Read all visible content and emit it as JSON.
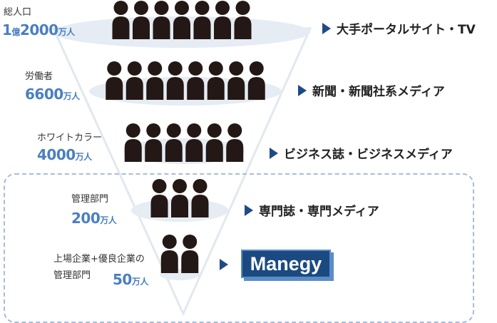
{
  "tiers": [
    {
      "label": "総人口",
      "prefix": "1",
      "prefix_unit": "億",
      "number": "2000",
      "unit": "万人",
      "media": "大手ポータルサイト・TV",
      "icon_count": 7
    },
    {
      "label": "労働者",
      "number": "6600",
      "unit": "万人",
      "media": "新聞・新聞社系メディア",
      "icon_count": 8
    },
    {
      "label": "ホワイトカラー",
      "number": "4000",
      "unit": "万人",
      "media": "ビジネス誌・ビジネスメディア",
      "icon_count": 6
    },
    {
      "label": "管理部門",
      "number": "200",
      "unit": "万人",
      "media": "専門誌・専門メディア",
      "icon_count": 3
    },
    {
      "label_line1": "上場企業+優良企業の",
      "label_line2": "管理部門",
      "number": "50",
      "unit": "万人",
      "brand": "Manegy",
      "icon_count": 2
    }
  ],
  "colors": {
    "accent": "#4a7fc1",
    "navy": "#1a4a80",
    "icon": "#231815",
    "ellipse": "#e6ecf3",
    "dash": "#a9bcd6"
  }
}
